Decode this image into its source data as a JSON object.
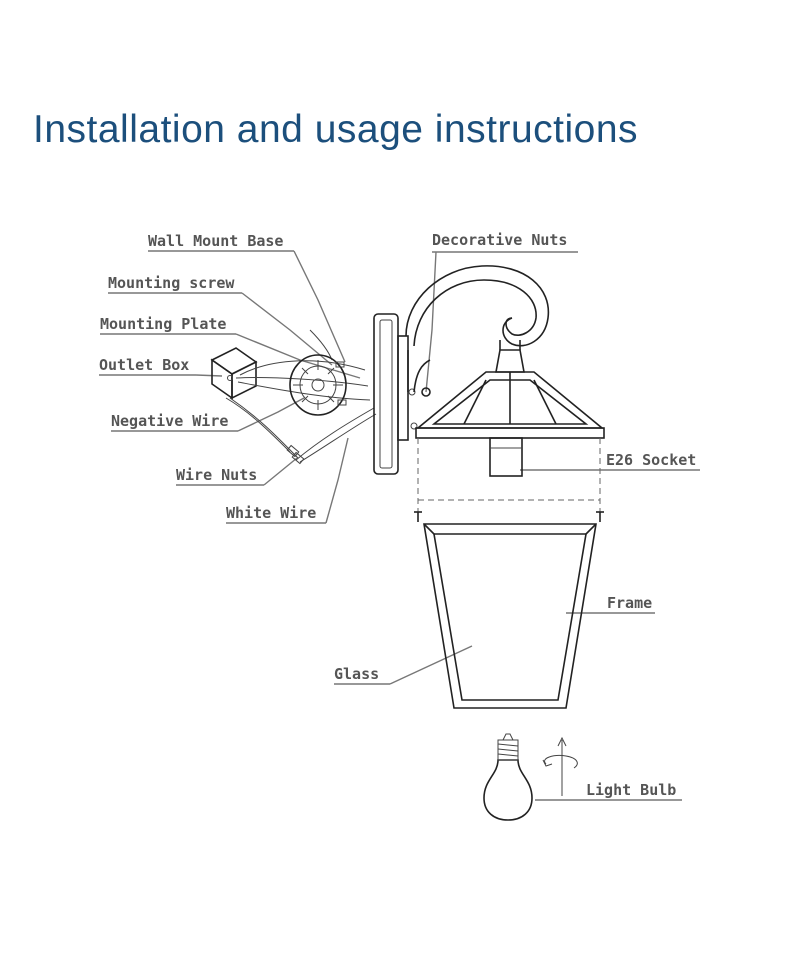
{
  "title": "Installation and usage instructions",
  "labels": {
    "wall_mount_base": "Wall Mount Base",
    "mounting_screw": "Mounting screw",
    "mounting_plate": "Mounting Plate",
    "outlet_box": "Outlet Box",
    "negative_wire": "Negative Wire",
    "wire_nuts": "Wire Nuts",
    "white_wire": "White Wire",
    "decorative_nuts": "Decorative Nuts",
    "e26_socket": "E26 Socket",
    "frame": "Frame",
    "glass": "Glass",
    "light_bulb": "Light Bulb"
  },
  "colors": {
    "title": "#1c4f7c",
    "label": "#555555",
    "line": "#222222"
  }
}
